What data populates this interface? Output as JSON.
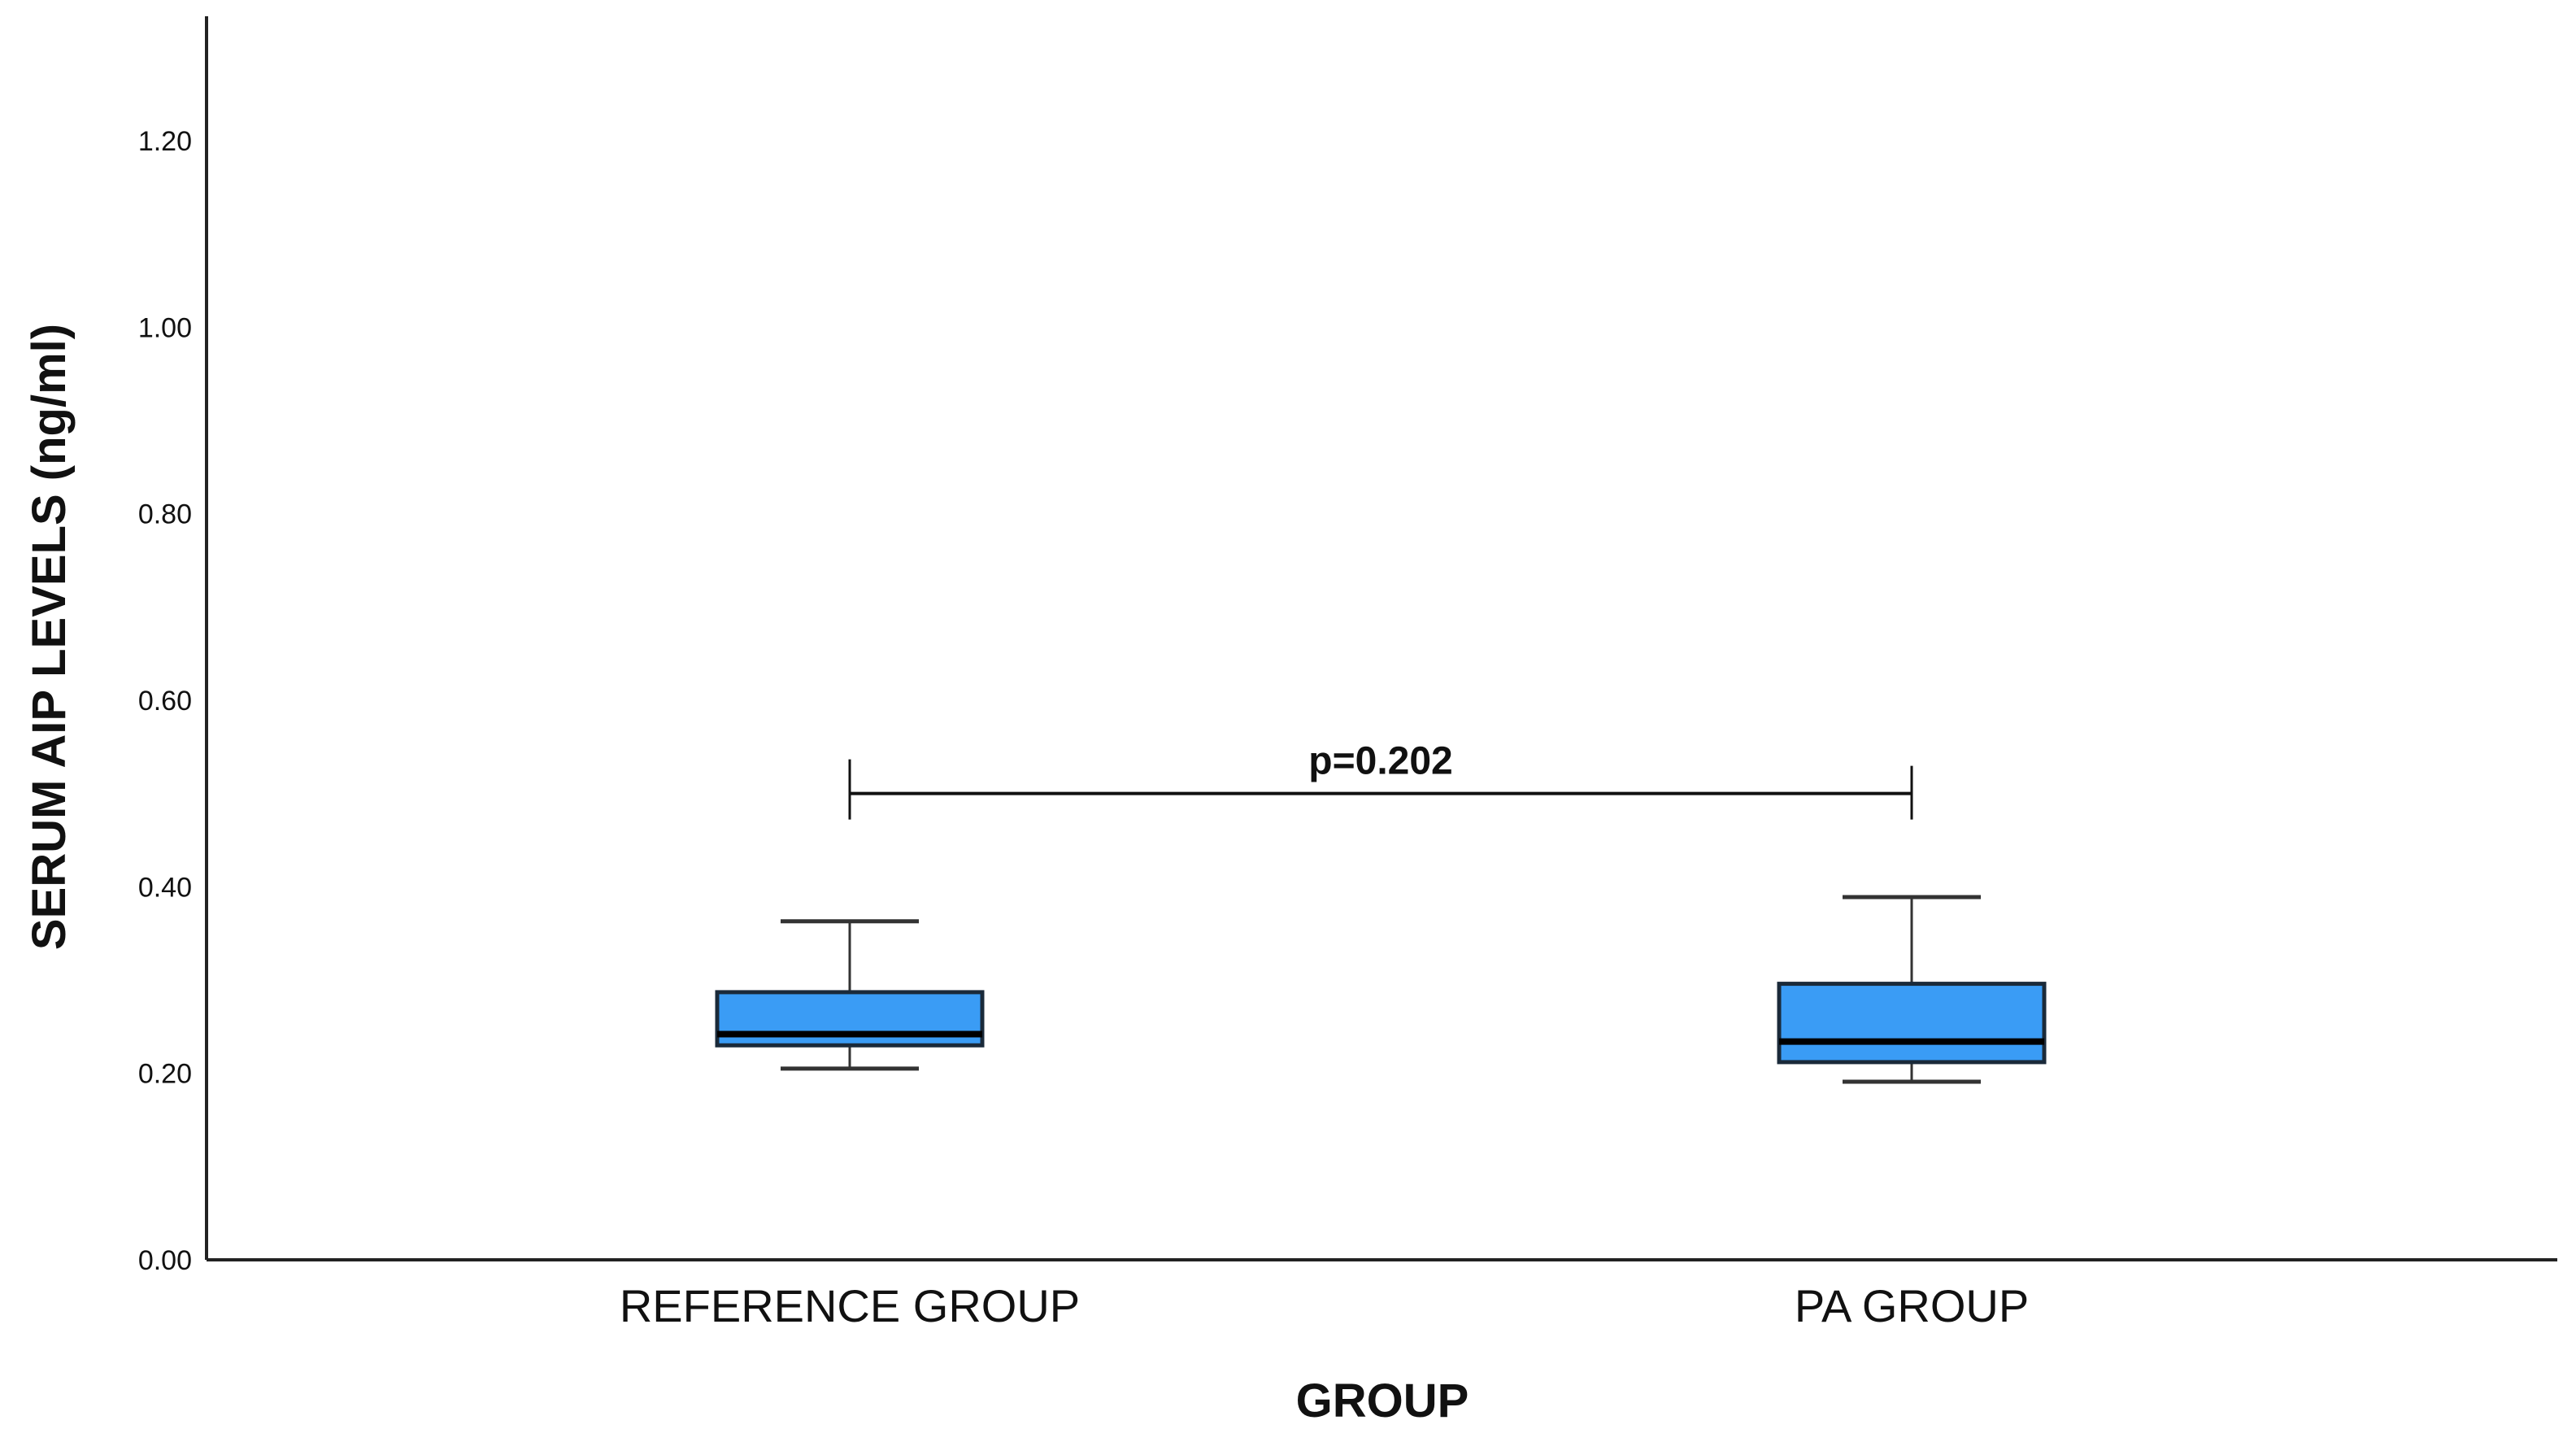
{
  "chart_data": {
    "type": "boxplot",
    "title": "",
    "xlabel": "GROUP",
    "ylabel": "SERUM AIP LEVELS (ng/ml)",
    "ylim": [
      0,
      1.33
    ],
    "yticks": [
      "0.00",
      "0.20",
      "0.40",
      "0.60",
      "0.80",
      "1.00",
      "1.20"
    ],
    "grid": false,
    "box_color": "#3a9cf5",
    "categories": [
      "REFERENCE GROUP",
      "PA GROUP"
    ],
    "boxes": [
      {
        "category": "REFERENCE GROUP",
        "whisker_low": 0.205,
        "q1": 0.23,
        "median": 0.242,
        "q3": 0.287,
        "whisker_high": 0.363
      },
      {
        "category": "PA GROUP",
        "whisker_low": 0.191,
        "q1": 0.212,
        "median": 0.234,
        "q3": 0.296,
        "whisker_high": 0.389
      }
    ],
    "annotation": {
      "text": "p=0.202",
      "y": 0.5
    }
  }
}
